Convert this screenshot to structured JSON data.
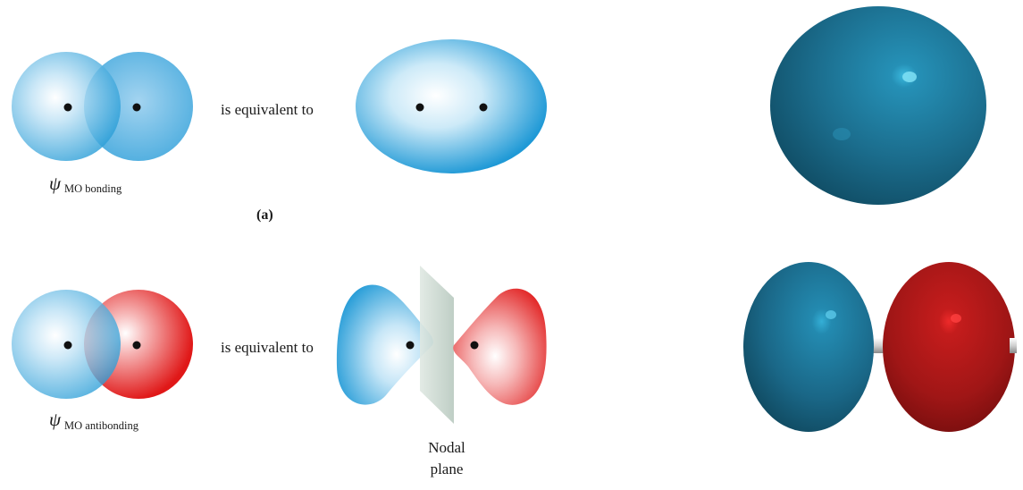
{
  "panel_a": {
    "bonding_label": {
      "symbol": "ψ",
      "subscript": "MO bonding"
    },
    "equivalence_text": "is equivalent to",
    "part_label": "(a)"
  },
  "panel_b": {
    "antibonding_label": {
      "symbol": "ψ",
      "subscript": "MO antibonding"
    },
    "equivalence_text": "is equivalent to",
    "nodal_plane_label": {
      "line1": "Nodal",
      "line2": "plane"
    }
  },
  "colors": {
    "positive_phase": "#2fa0d8",
    "negative_phase": "#e02020",
    "model_blue": "#1c6e8f",
    "model_red": "#a31818",
    "nucleus": "#111111",
    "nodal_plane": "#c9d6cf"
  },
  "icons": {
    "nucleus": "black-dot",
    "nodal_plane": "translucent-plane"
  }
}
